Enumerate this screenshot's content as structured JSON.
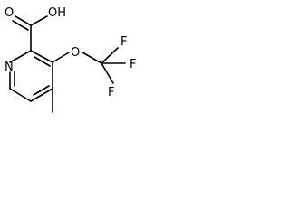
{
  "molecule": {
    "atoms": {
      "hydroxyl": "OH",
      "carbonyl_oxygen": "O",
      "ring_nitrogen": "N",
      "ether_oxygen": "O",
      "fluorine_1": "F",
      "fluorine_2": "F",
      "fluorine_3": "F"
    }
  }
}
